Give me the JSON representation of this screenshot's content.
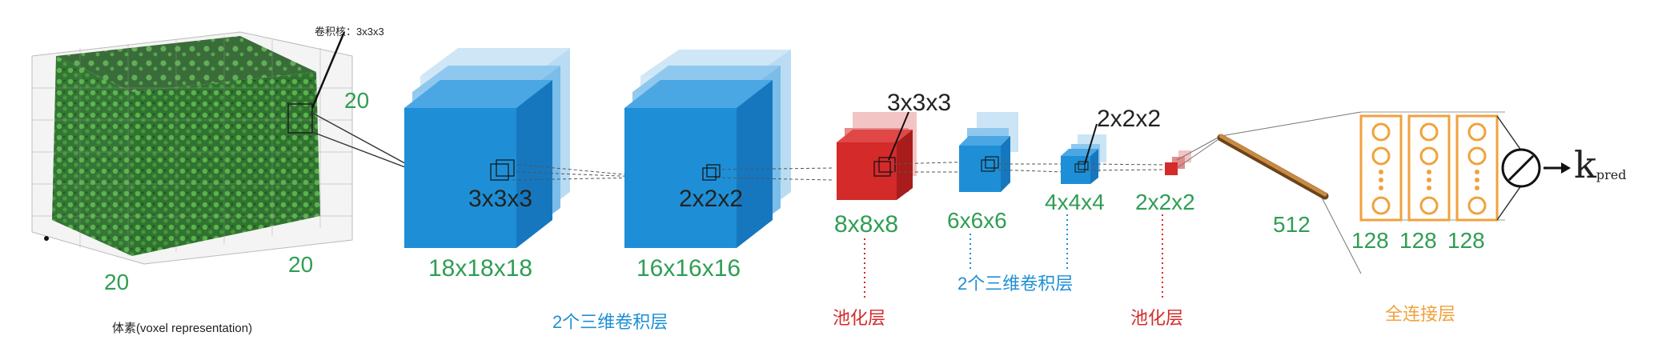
{
  "voxel": {
    "caption": "体素(voxel representation)",
    "kernel_label": "卷积核：3x3x3",
    "dim_right": "20",
    "dim_depth": "20",
    "dim_bottom": "20"
  },
  "conv_blocks": [
    {
      "kernel": "3x3x3",
      "size": "18x18x18"
    },
    {
      "kernel": "2x2x2",
      "size": "16x16x16"
    }
  ],
  "pool1": {
    "kernel": "3x3x3",
    "size": "8x8x8"
  },
  "conv_small": [
    {
      "size": "6x6x6"
    },
    {
      "size": "4x4x4",
      "kernel": "2x2x2"
    }
  ],
  "pool2": {
    "size": "2x2x2"
  },
  "flatten": {
    "size": "512"
  },
  "dense": {
    "sizes": [
      "128",
      "128",
      "128"
    ]
  },
  "output": {
    "symbol": "k",
    "subscript": "pred"
  },
  "captions": {
    "conv_group1": "2个三维卷积层",
    "pool1": "池化层",
    "conv_group2": "2个三维卷积层",
    "pool2": "池化层",
    "fc": "全连接层"
  },
  "colors": {
    "voxel_green": "#2f8f2f",
    "conv_blue": "#1e8fd6",
    "pool_red": "#d42a2a",
    "fc_orange": "#f0a23c",
    "dim_text_green": "#2f9e53"
  }
}
